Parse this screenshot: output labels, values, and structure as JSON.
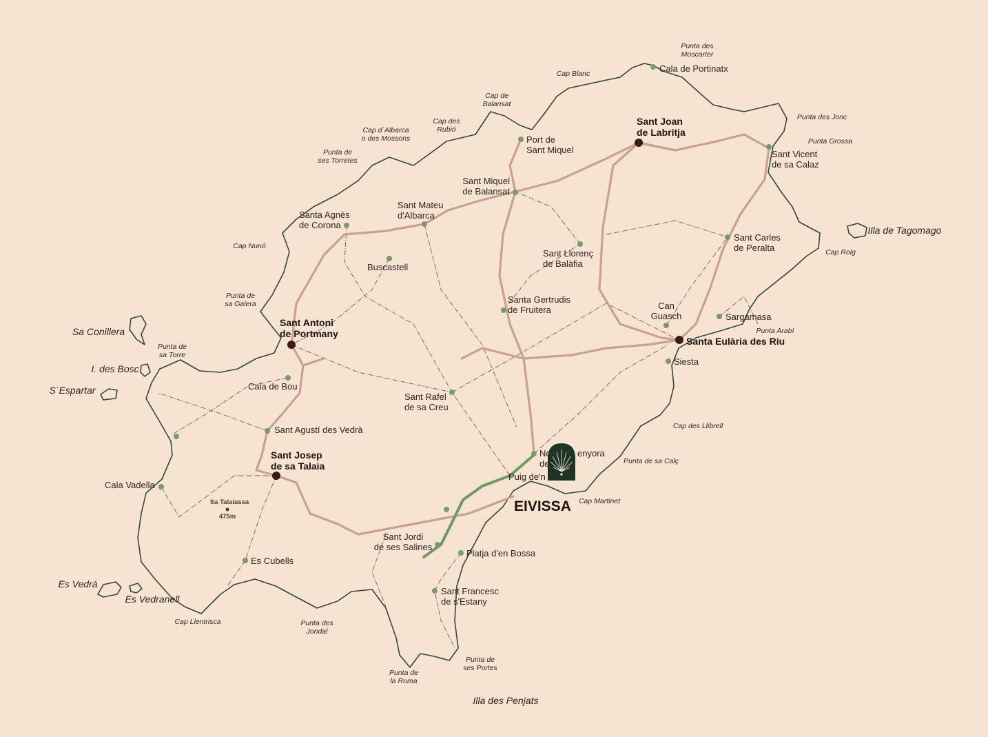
{
  "map": {
    "capital": "EIVISSA",
    "colors": {
      "background": "#f6e3d1",
      "coast": "#2f4a33",
      "main_road": "#c8a190",
      "green_route": "#6e9a62",
      "town_dot": "#3a1a1a",
      "village_dot": "#7a9a6a",
      "marker": "#1e3526"
    },
    "towns": [
      {
        "lines": [
          "Sant Joan",
          "de Labritja"
        ]
      },
      {
        "lines": [
          "Sant Antoni",
          "de Portmany"
        ]
      },
      {
        "lines": [
          "Santa Eulària des Riu"
        ]
      },
      {
        "lines": [
          "Sant Josep",
          "de sa Talaia"
        ]
      }
    ],
    "villages": [
      {
        "lines": [
          "Cala de Portinatx"
        ]
      },
      {
        "lines": [
          "Port de",
          "Sant Miquel"
        ]
      },
      {
        "lines": [
          "Sant Miquel",
          "de Balansat"
        ]
      },
      {
        "lines": [
          "Santa Agnès",
          "de Corona"
        ]
      },
      {
        "lines": [
          "Sant Mateu",
          "d'Albarca"
        ]
      },
      {
        "lines": [
          "Buscastell"
        ]
      },
      {
        "lines": [
          "Sant Llorenç",
          "de Balàfia"
        ]
      },
      {
        "lines": [
          "Sant Vicent",
          "de sa Calaz"
        ]
      },
      {
        "lines": [
          "Sant Carles",
          "de Peralta"
        ]
      },
      {
        "lines": [
          "Santa Gertrudis",
          "de Fruitera"
        ]
      },
      {
        "lines": [
          "Can",
          "Guasch"
        ]
      },
      {
        "lines": [
          "Sargamasa"
        ]
      },
      {
        "lines": [
          "Siesta"
        ]
      },
      {
        "lines": [
          "Cala de Bou"
        ]
      },
      {
        "lines": [
          "Sant Rafel",
          "de sa Creu"
        ]
      },
      {
        "lines": [
          "Sant Agustí des Vedrà"
        ]
      },
      {
        "lines": [
          "Cala Vadella"
        ]
      },
      {
        "lines": [
          "Es Cubells"
        ]
      },
      {
        "lines": [
          "Sant Jordi",
          "de ses Salines"
        ]
      },
      {
        "lines": [
          "Platja d'en Bossa"
        ]
      },
      {
        "lines": [
          "Sant Francesc",
          "de s'Estany"
        ]
      },
      {
        "lines": [
          "No"
        ]
      },
      {
        "lines": [
          "enyora"
        ]
      },
      {
        "lines": [
          "de"
        ]
      },
      {
        "lines": [
          "Puig de'n"
        ]
      }
    ],
    "capes": [
      {
        "lines": [
          "Punta des",
          "Moscarter"
        ]
      },
      {
        "lines": [
          "Cap Blanc"
        ]
      },
      {
        "lines": [
          "Cap de",
          "Balansat"
        ]
      },
      {
        "lines": [
          "Cap des",
          "Rubió"
        ]
      },
      {
        "lines": [
          "Cap d´Albarca",
          "o des Mossons"
        ]
      },
      {
        "lines": [
          "Punta de",
          "ses Torretes"
        ]
      },
      {
        "lines": [
          "Cap Nunó"
        ]
      },
      {
        "lines": [
          "Punta de",
          "sa Galera"
        ]
      },
      {
        "lines": [
          "Punta de",
          "sa Torre"
        ]
      },
      {
        "lines": [
          "Punta des Jonc"
        ]
      },
      {
        "lines": [
          "Punta Grossa"
        ]
      },
      {
        "lines": [
          "Cap Roig"
        ]
      },
      {
        "lines": [
          "Punta Arabí"
        ]
      },
      {
        "lines": [
          "Cap des Llibrell"
        ]
      },
      {
        "lines": [
          "Punta de sa Calç"
        ]
      },
      {
        "lines": [
          "Cap Martinet"
        ]
      },
      {
        "lines": [
          "Cap Llentrisca"
        ]
      },
      {
        "lines": [
          "Punta des",
          "Jondal"
        ]
      },
      {
        "lines": [
          "Punta de",
          "ses Portes"
        ]
      },
      {
        "lines": [
          "Punta de",
          "la Roma"
        ]
      }
    ],
    "islands": [
      {
        "lines": [
          "Illa de Tagomago"
        ]
      },
      {
        "lines": [
          "Sa Conillera"
        ]
      },
      {
        "lines": [
          "I. des Bosc"
        ]
      },
      {
        "lines": [
          "S´Espartar"
        ]
      },
      {
        "lines": [
          "Es Vedrá"
        ]
      },
      {
        "lines": [
          "Es Vedranell"
        ]
      },
      {
        "lines": [
          "Illa des Penjats"
        ]
      }
    ],
    "peak": {
      "name": "Sa Talaiassa",
      "elevation": "475m"
    }
  }
}
